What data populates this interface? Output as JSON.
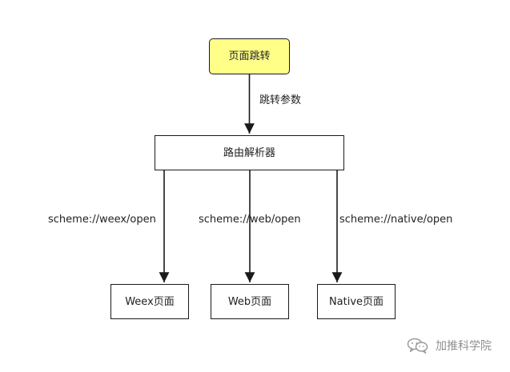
{
  "nodes": {
    "start": "页面跳转",
    "router": "路由解析器",
    "weex": "Weex页面",
    "web": "Web页面",
    "native": "Native页面"
  },
  "edges": {
    "params": "跳转参数",
    "weex_scheme": "scheme://weex/open",
    "web_scheme": "scheme://web/open",
    "native_scheme": "scheme://native/open"
  },
  "watermark": {
    "text": "加推科学院",
    "icon": "wechat-icon"
  },
  "colors": {
    "start_fill": "#ffff88",
    "stroke": "#1a1a1a"
  }
}
